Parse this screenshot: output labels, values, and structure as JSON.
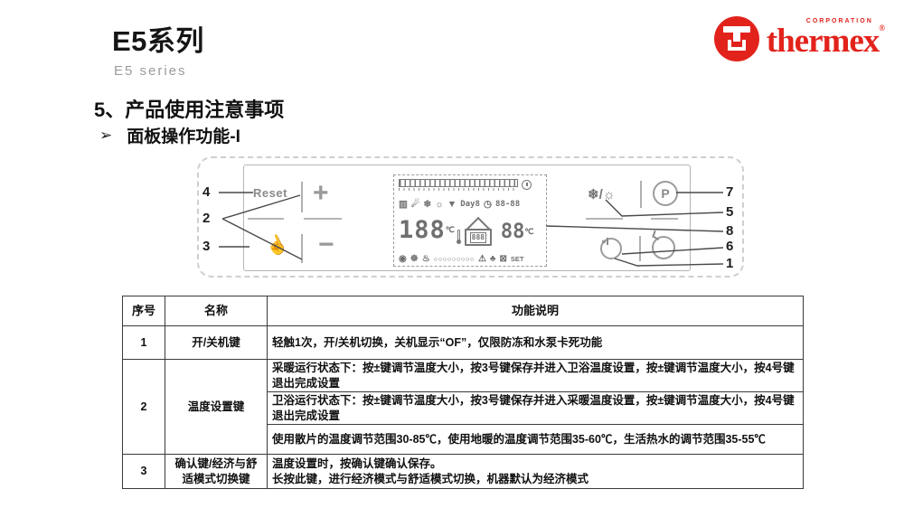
{
  "header": {
    "title": "E5系列",
    "subtitle": "E5 series"
  },
  "logo": {
    "corporation": "CORPORATION",
    "name": "thermex",
    "registered": "®",
    "brand_color": "#e2231c"
  },
  "section": {
    "number_heading": "5、产品使用注意事项",
    "bullet_marker": "➢",
    "bullet_text": "面板操作功能-I"
  },
  "diagram": {
    "callouts": [
      "1",
      "2",
      "3",
      "4",
      "5",
      "6",
      "7",
      "8"
    ],
    "panel": {
      "reset_label": "Reset",
      "plus_glyph": "+",
      "minus_glyph": "−",
      "hand_glyph": "☝",
      "mode_glyph": "❄/☼",
      "p_label": "P",
      "lcd": {
        "icon_radiator": "▥",
        "icon_shower": "☄",
        "icon_snow": "❄",
        "icon_sun": "☼",
        "icon_signal": "▼",
        "day_label": "Day8",
        "icon_clock": "◷",
        "time_digits": "88-88",
        "main_temp": "188",
        "main_unit": "℃",
        "house_temp": "888",
        "sub_temp": "88",
        "sub_unit": "℃",
        "icon_pump": "◉",
        "icon_fan": "☸",
        "icon_flame": "♨",
        "dots": "○○○○○○○○○",
        "icon_warn": "⚠",
        "icon_valve": "♣",
        "icon_set_box": "⊠",
        "set_label": "SET"
      }
    }
  },
  "table": {
    "headers": [
      "序号",
      "名称",
      "功能说明"
    ],
    "rows": [
      {
        "no": "1",
        "name": "开/关机键",
        "desc": "轻触1次，开/关机切换，关机显示“OF”，仅限防冻和水泵卡死功能"
      },
      {
        "no": "2",
        "name": "温度设置键",
        "desc_heating": "采暖运行状态下：按±键调节温度大小，按3号键保存并进入卫浴温度设置，按±键调节温度大小，按4号键退出完成设置",
        "desc_bath": "卫浴运行状态下：按±键调节温度大小，按3号键保存并进入采暖温度设置，按±键调节温度大小，按4号键退出完成设置",
        "desc_range": "使用散片的温度调节范围30-85℃，使用地暖的温度调节范围35-60℃，生活热水的调节范围35-55℃"
      },
      {
        "no": "3",
        "name": "确认键/经济与舒适模式切换键",
        "desc_line1": "温度设置时，按确认键确认保存。",
        "desc_line2": "长按此键，进行经济模式与舒适模式切换，机器默认为经济模式"
      }
    ]
  }
}
